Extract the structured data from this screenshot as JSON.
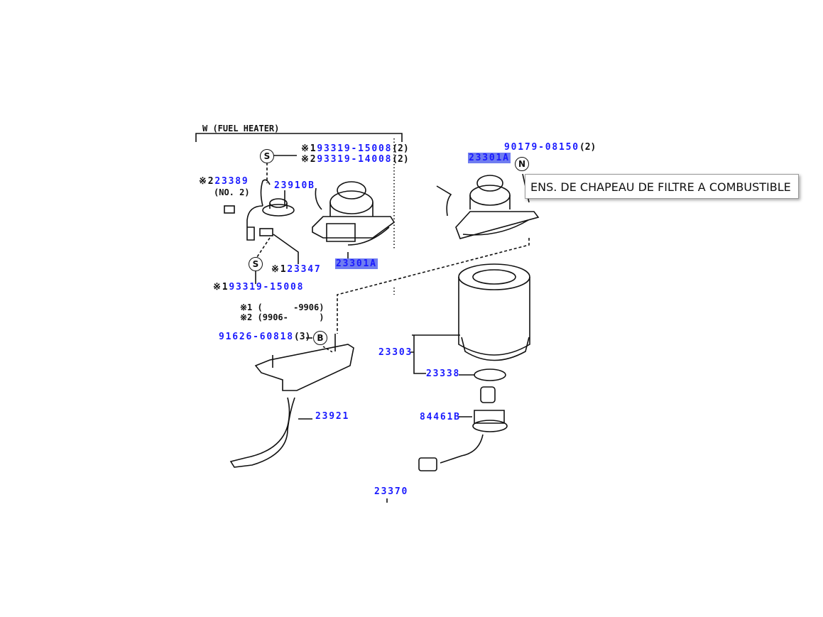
{
  "group_title": "W (FUEL HEATER)",
  "symbols": {
    "mark1": "※1",
    "mark2": "※2",
    "screw_s": "S",
    "bolt_b": "B",
    "nut_n": "N"
  },
  "notes": {
    "mark1_range": "(      -9906)",
    "mark2_range": "(9906-      )"
  },
  "parts": {
    "p93319_15008_qty": {
      "part": "93319-15008",
      "qty": "(2)"
    },
    "p93319_14008_qty": {
      "part": "93319-14008",
      "qty": "(2)"
    },
    "p23389": {
      "part": "23389",
      "sub": "(NO. 2)"
    },
    "p23910B": "23910B",
    "p23347": "23347",
    "p23301A_left": "23301A",
    "p93319_15008": "93319-15008",
    "p91626_60818": {
      "part": "91626-60818",
      "qty": "(3)"
    },
    "p23921": "23921",
    "p23303": "23303",
    "p23338": "23338",
    "p84461B": "84461B",
    "p23370": "23370",
    "p90179_08150": {
      "part": "90179-08150",
      "qty": "(2)"
    },
    "p23301A_right": "23301A"
  },
  "tooltip": "ENS. DE CHAPEAU DE FILTRE A COMBUSTIBLE",
  "colors": {
    "part_label": "#1a1aff",
    "highlight": "#6f7cf0"
  }
}
